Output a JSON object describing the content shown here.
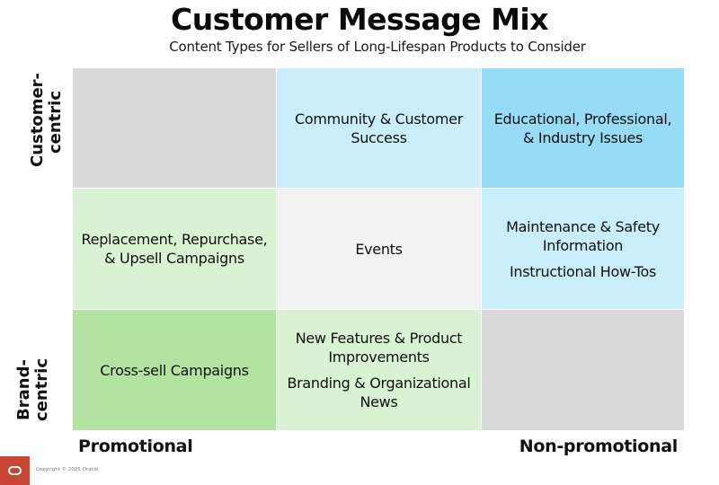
{
  "title": "Customer Message Mix",
  "subtitle": "Content Types for Sellers of Long-Lifespan Products to Consider",
  "axes": {
    "y_top": [
      "Customer-",
      "centric"
    ],
    "y_bottom": [
      "Brand-",
      "centric"
    ],
    "x_left": "Promotional",
    "x_right": "Non-promotional"
  },
  "colors": {
    "gray": "#d9d9d9",
    "light_gray": "#f2f2f2",
    "light_blue": "#c9edfb",
    "blue": "#97dbf7",
    "light_green": "#d9f2d3",
    "green": "#b3e3a1",
    "oracle_red": "#c74634"
  },
  "matrix": {
    "rows": [
      {
        "cells": [
          {
            "items": [],
            "color": "#d9d9d9"
          },
          {
            "items": [
              "Community & Customer Success"
            ],
            "color": "#c9edfb"
          },
          {
            "items": [
              "Educational, Professional, & Industry Issues"
            ],
            "color": "#97dbf7"
          }
        ]
      },
      {
        "cells": [
          {
            "items": [
              "Replacement, Repurchase, & Upsell Campaigns"
            ],
            "color": "#d9f2d3"
          },
          {
            "items": [
              "Events"
            ],
            "color": "#f2f2f2"
          },
          {
            "items": [
              "Maintenance & Safety Information",
              "Instructional How-Tos"
            ],
            "color": "#c9edfb"
          }
        ]
      },
      {
        "cells": [
          {
            "items": [
              "Cross-sell Campaigns"
            ],
            "color": "#b3e3a1"
          },
          {
            "items": [
              "New Features & Product Improvements",
              "Branding & Organizational News"
            ],
            "color": "#d9f2d3"
          },
          {
            "items": [],
            "color": "#d9d9d9"
          }
        ]
      }
    ]
  },
  "footer": {
    "logo": "oracle-logo-icon",
    "copyright": "Copyright © 2025 Oracle"
  }
}
